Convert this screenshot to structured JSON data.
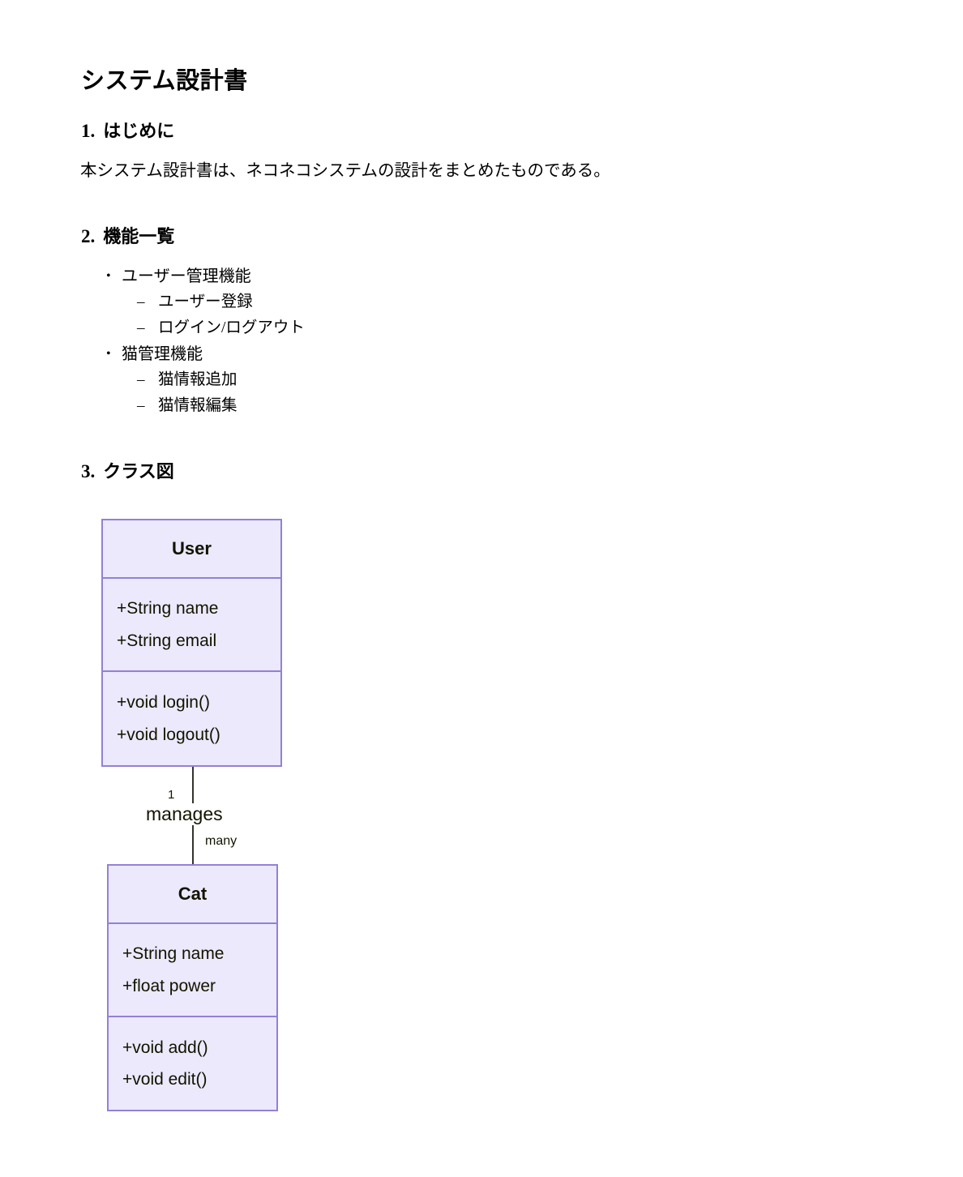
{
  "document": {
    "title": "システム設計書",
    "sections": [
      {
        "number": "1.",
        "heading": "はじめに",
        "paragraph": "本システム設計書は、ネコネコシステムの設計をまとめたものである。"
      },
      {
        "number": "2.",
        "heading": "機能一覧"
      },
      {
        "number": "3.",
        "heading": "クラス図"
      }
    ]
  },
  "feature_list": [
    {
      "level": 1,
      "marker": "•",
      "label": "ユーザー管理機能"
    },
    {
      "level": 2,
      "marker": "–",
      "label": "ユーザー登録"
    },
    {
      "level": 2,
      "marker": "–",
      "label": "ログイン/ログアウト"
    },
    {
      "level": 1,
      "marker": "•",
      "label": "猫管理機能"
    },
    {
      "level": 2,
      "marker": "–",
      "label": "猫情報追加"
    },
    {
      "level": 2,
      "marker": "–",
      "label": "猫情報編集"
    }
  ],
  "class_diagram": {
    "style": {
      "box_fill": "#ebe9fb",
      "box_border": "#9480d4",
      "text_color": "#131300",
      "line_color": "#33332d"
    },
    "classes": [
      {
        "name": "User",
        "attributes": [
          "+String name",
          "+String email"
        ],
        "methods": [
          "+void login()",
          "+void logout()"
        ]
      },
      {
        "name": "Cat",
        "attributes": [
          "+String name",
          "+float power"
        ],
        "methods": [
          "+void add()",
          "+void edit()"
        ]
      }
    ],
    "association": {
      "label": "manages",
      "from_multiplicity": "1",
      "to_multiplicity": "many"
    }
  }
}
